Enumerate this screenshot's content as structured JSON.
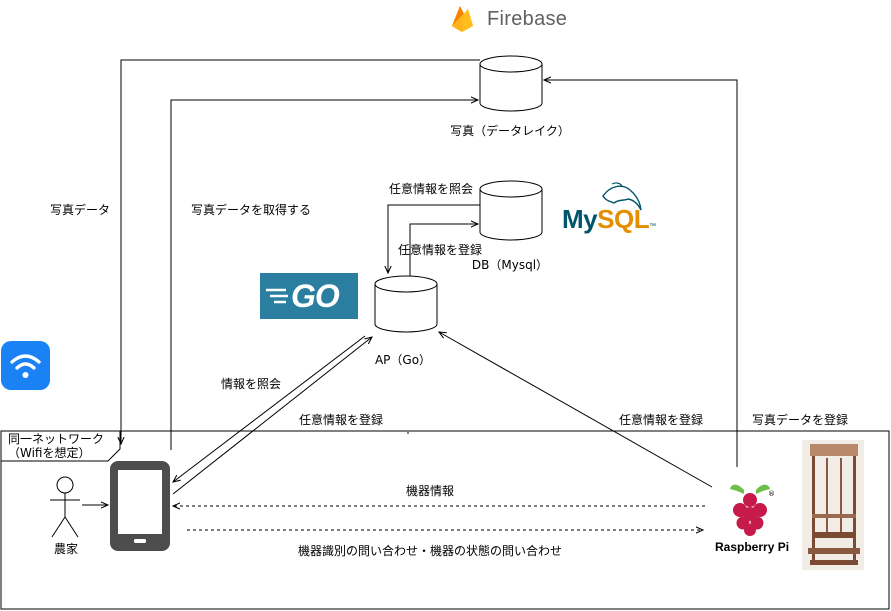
{
  "brands": {
    "firebase": "Firebase",
    "go": "GO",
    "mysql_my": "My",
    "mysql_sql": "SQL",
    "mysql_tm": "™",
    "raspberry_pi": "Raspberry Pi",
    "raspberry_pi_reg": "®"
  },
  "nodes": {
    "datalake": "写真（データレイク）",
    "mysql_db": "DB（Mysql）",
    "ap_go": "AP（Go）",
    "farmer": "農家"
  },
  "network": {
    "title": "同一ネットワーク",
    "subtitle": "（Wifiを想定）"
  },
  "edges": {
    "phone_photo": "写真データ",
    "phone_get_photo": "写真データを取得する",
    "query_info": "任意情報を照会",
    "register_info": "任意情報を登録",
    "info_query": "情報を照会",
    "phone_register": "任意情報を登録",
    "pi_register": "任意情報を登録",
    "pi_photo_register": "写真データを登録",
    "device_info": "機器情報",
    "device_query": "機器識別の問い合わせ・機器の状態の問い合わせ"
  },
  "colors": {
    "firebase_flame": "#ffa000",
    "firebase_text": "#616161",
    "go_badge": "#2a7e9f",
    "mysql_blue": "#00546b",
    "mysql_orange": "#e48e00",
    "wifi": "#1a82f5",
    "raspberry": "#c51a4a",
    "raspberry_leaf": "#6cc04a",
    "phone": "#4d4d4d",
    "line": "#000000"
  }
}
